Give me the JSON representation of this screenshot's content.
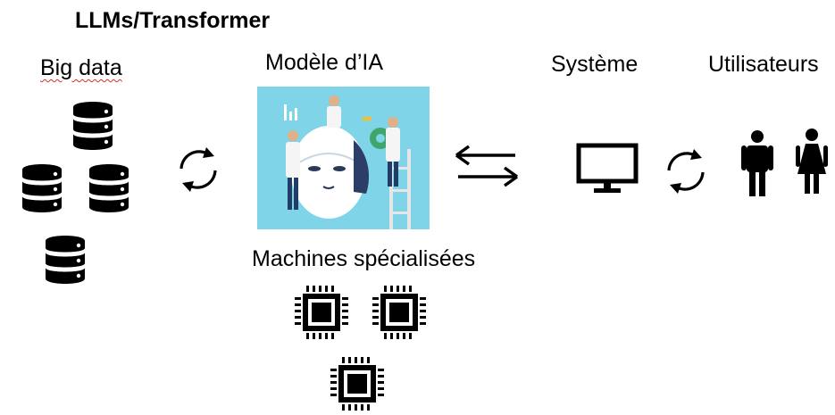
{
  "title": "LLMs/Transformer",
  "labels": {
    "big_data": "Big data",
    "model": "Modèle d’IA",
    "system": "Système",
    "users": "Utilisateurs",
    "machines": "Machines spécialisées"
  },
  "icons": {
    "database": "database-icon",
    "cycle": "refresh-cycle-icon",
    "exchange": "bidirectional-arrows-icon",
    "monitor": "monitor-icon",
    "man": "man-icon",
    "woman": "woman-icon",
    "chip": "cpu-chip-icon",
    "illustration": "ai-head-illustration"
  },
  "colors": {
    "icon": "#000000",
    "illustration_bg": "#7fd4e8",
    "spellcheck": "#d03030"
  }
}
